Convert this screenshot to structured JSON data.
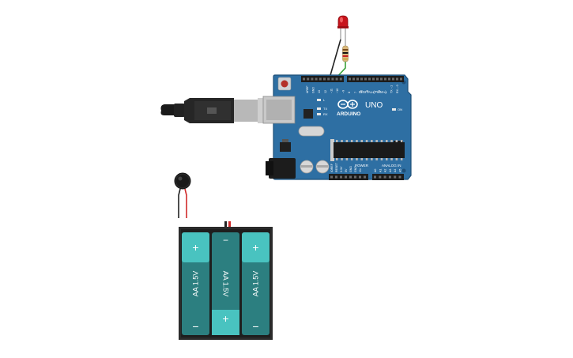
{
  "board": {
    "brand": "ARDUINO",
    "model": "UNO",
    "digital_header": "DIGITAL (PWM~)",
    "power_header": "POWER",
    "analog_header": "ANALOG IN",
    "on_label": "ON",
    "tx_label": "TX",
    "rx_label": "RX",
    "l_label": "L",
    "reset_label": "RESET",
    "top_pins": [
      "AREF",
      "GND",
      "13",
      "12",
      "~11",
      "~10",
      "~9",
      "8",
      "7",
      "~6",
      "~5",
      "4",
      "~3",
      "2",
      "TX→1",
      "RX←0"
    ],
    "power_pins": [
      "IOREF",
      "RESET",
      "3.3V",
      "5V",
      "GND",
      "GND",
      "Vin"
    ],
    "analog_pins": [
      "A0",
      "A1",
      "A2",
      "A3",
      "A4",
      "A5"
    ]
  },
  "battery": {
    "cells": [
      {
        "label": "AA 1.5V",
        "top": "+",
        "bottom": "−"
      },
      {
        "label": "AA 1.5V",
        "top": "−",
        "bottom": "+"
      },
      {
        "label": "AA 1.5V",
        "top": "+",
        "bottom": "−"
      }
    ]
  },
  "colors": {
    "board": "#2e6fa3",
    "board_edge": "#1f4f78",
    "cell": "#2c7f80",
    "cell_cap": "#49c3c0",
    "holder": "#2b2b2b",
    "wire_black": "#222222",
    "wire_green": "#3aa23a",
    "wire_red": "#d02a2a",
    "led": "#c8141c"
  }
}
